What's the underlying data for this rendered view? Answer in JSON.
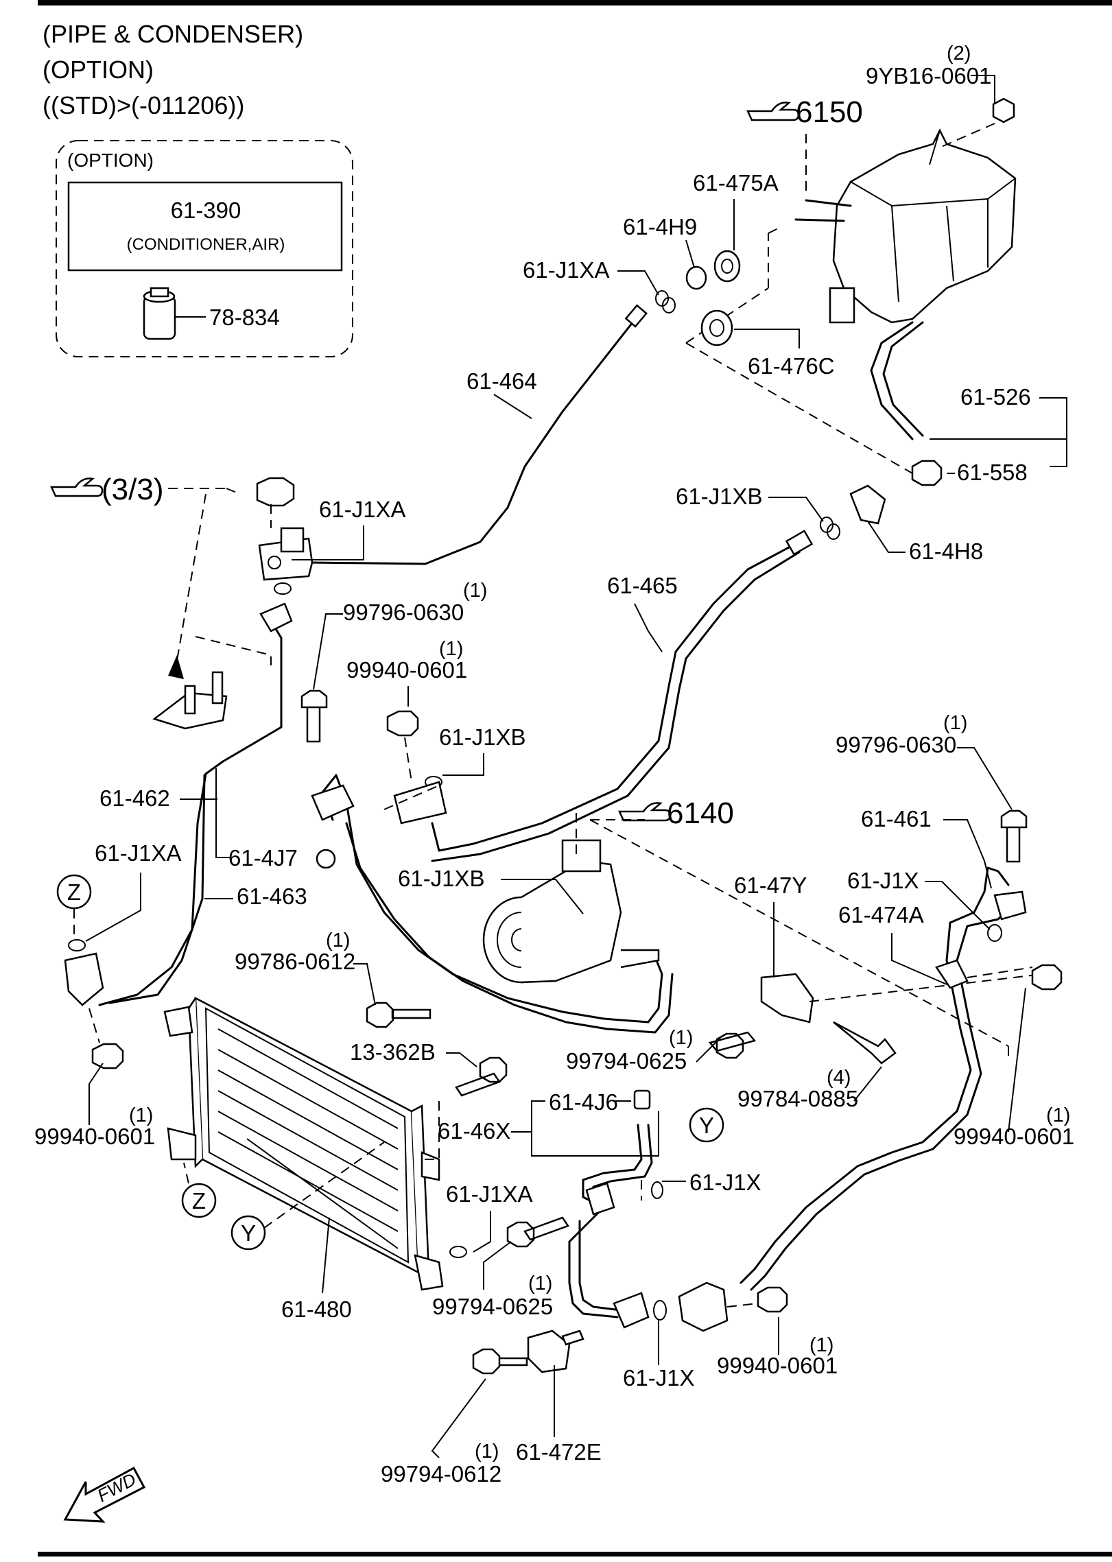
{
  "header": {
    "line1": "(PIPE & CONDENSER)",
    "line2": "(OPTION)",
    "line3": "((STD)>(-011206))"
  },
  "option_box": {
    "title": "(OPTION)",
    "part_no": "61-390",
    "part_desc": "(CONDITIONER,AIR)",
    "sub_part": "78-834"
  },
  "refs": {
    "r6150": "6150",
    "r6140": "6140",
    "r33": "(3/3)"
  },
  "labels": {
    "p9yb16_qty": "(2)",
    "p9yb16": "9YB16-0601",
    "p475a": "61-475A",
    "p4h9": "61-4H9",
    "pj1xa_top": "61-J1XA",
    "p476c": "61-476C",
    "p464": "61-464",
    "p526": "61-526",
    "p558": "61-558",
    "pj1xb_top": "61-J1XB",
    "p4h8": "61-4H8",
    "pj1xa_left": "61-J1XA",
    "p465": "61-465",
    "p99796_qty": "(1)",
    "p99796": "99796-0630",
    "p99940_a_qty": "(1)",
    "p99940_a": "99940-0601",
    "pj1xb_mid": "61-J1XB",
    "p462": "61-462",
    "p4j7": "61-4J7",
    "pj1xa_z": "61-J1XA",
    "p463": "61-463",
    "pj1xb_comp": "61-J1XB",
    "p47y": "61-47Y",
    "p99796r_qty": "(1)",
    "p99796r": "99796-0630",
    "p461": "61-461",
    "pj1x_r": "61-J1X",
    "p474a": "61-474A",
    "p99786_qty": "(1)",
    "p99786": "99786-0612",
    "p99794_a_qty": "(1)",
    "p99794_a": "99794-0625",
    "p99784_qty": "(4)",
    "p99784": "99784-0885",
    "p13362b": "13-362B",
    "p46x": "61-46X",
    "p4j6": "61-4J6",
    "p99940_l": "99940-0601",
    "p99940_l_qty": "(1)",
    "p99940_r_qty": "(1)",
    "p99940_r": "99940-0601",
    "pj1x_mid": "61-J1X",
    "pj1xa_bot": "61-J1XA",
    "p99794_b_qty": "(1)",
    "p99794_b": "99794-0625",
    "p480": "61-480",
    "pj1x_bot": "61-J1X",
    "p99940_b_qty": "(1)",
    "p99940_b": "99940-0601",
    "p472e": "61-472E",
    "p99794_c_qty": "(1)",
    "p99794_c": "99794-0612",
    "z1": "Z",
    "z2": "Z",
    "y1": "Y",
    "y2": "Y",
    "fwd": "FWD"
  }
}
